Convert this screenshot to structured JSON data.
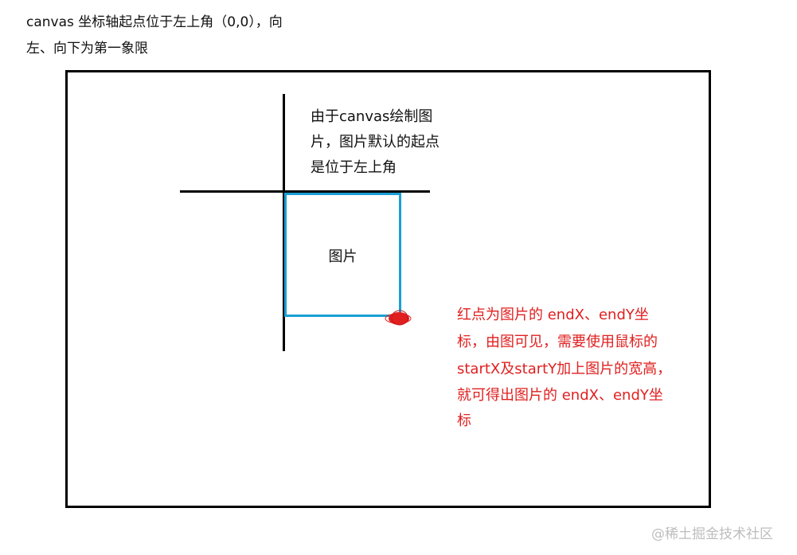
{
  "heading": {
    "line1": "canvas 坐标轴起点位于左上角（0,0），向",
    "line2": "左、向下为第一象限"
  },
  "diagram": {
    "origin_note": [
      "由于canvas绘制图",
      "片，图片默认的起点",
      "是位于左上角"
    ],
    "image_label": "图片",
    "red_note": [
      "红点为图片的 endX、endY坐",
      "标，由图可见，需要使用鼠标的",
      "startX及startY加上图片的宽高，",
      "就可得出图片的 endX、endY坐",
      "标"
    ]
  },
  "watermark": "@稀土掘金技术社区",
  "colors": {
    "frame": "#000000",
    "image_border": "#1a9fd4",
    "red_text": "#e02020",
    "red_dot": "#e02020",
    "watermark": "#bdbdbd"
  }
}
